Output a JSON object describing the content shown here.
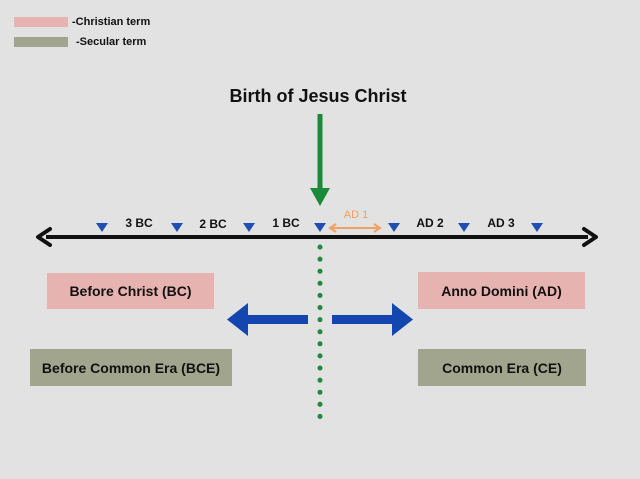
{
  "legend": {
    "christian_label": "-Christian term",
    "secular_label": "-Secular term"
  },
  "colors": {
    "background": "#e2e2e2",
    "christian": "#e7b3b0",
    "secular": "#a1a58e",
    "timeline": "#111111",
    "marker": "#1f4fb0",
    "arrow_green": "#1a8a3a",
    "dot_green": "#1f8a3e",
    "ad1_orange": "#f0a060",
    "blue_arrow": "#1446b0"
  },
  "title": "Birth of Jesus Christ",
  "timeline": {
    "labels": [
      "3 BC",
      "2 BC",
      "1 BC",
      "AD 1",
      "AD 2",
      "AD 3"
    ]
  },
  "boxes": {
    "bc": "Before Christ (BC)",
    "ad": "Anno Domini (AD)",
    "bce": "Before Common Era (BCE)",
    "ce": "Common Era (CE)"
  }
}
